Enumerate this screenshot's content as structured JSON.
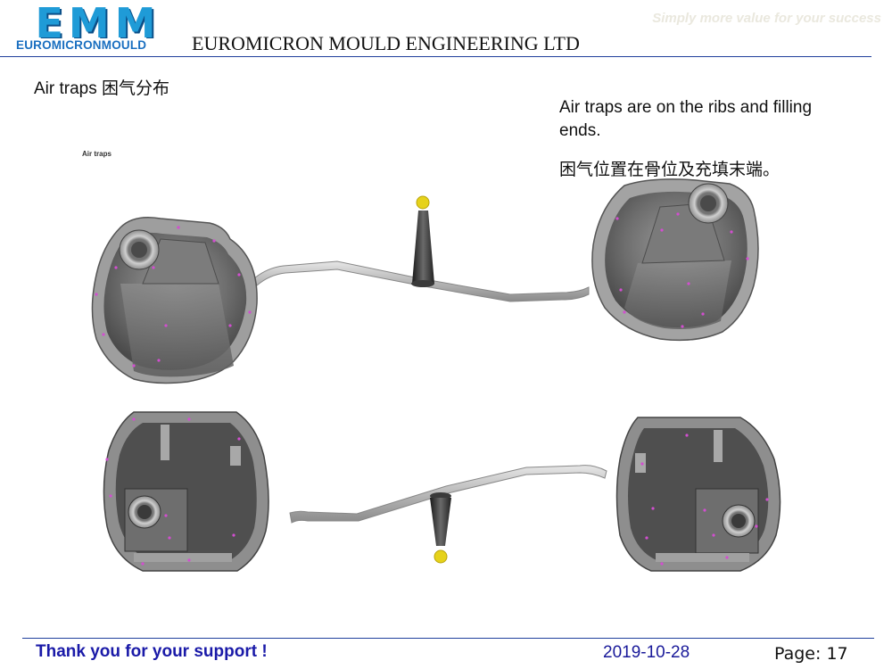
{
  "header": {
    "logo_big": "EMM",
    "logo_small": "EUROMICRONMOULD",
    "company_name": "EUROMICRON MOULD  ENGINEERING LTD",
    "slogan": "Simply  more value for your success"
  },
  "slide": {
    "title": "Air traps  困气分布",
    "note_en": "Air traps are on the ribs and filling ends.",
    "note_zh": "困气位置在骨位及充填末端。",
    "figure_label": "Air traps"
  },
  "footer": {
    "thanks": "Thank you for your support !",
    "date": "2019-10-28",
    "page": "Page: 17"
  },
  "colors": {
    "brand_blue": "#1f9bd7",
    "rule_blue": "#1f3f9c",
    "footer_blue": "#1a1aa8",
    "air_trap_marker": "#d24ed0",
    "gate_marker": "#e6d21a"
  }
}
